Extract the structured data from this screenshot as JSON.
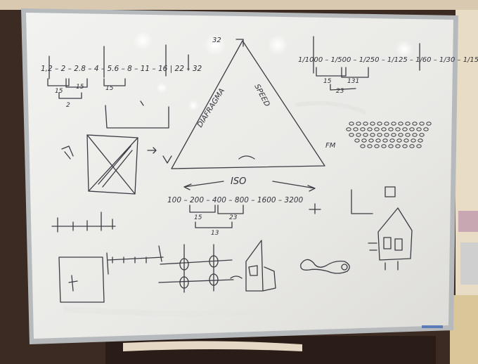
{
  "whiteboard": {
    "aperture_scale": "1,2 – 2 – 2.8 – 4 – 5.6 – 8 – 11 – 16 | 22 – 32",
    "aperture_bracket_a": "15",
    "aperture_bracket_b": "15",
    "aperture_bracket_c": "15",
    "aperture_bracket_d": "2",
    "shutter_scale": "1/1000 – 1/500 – 1/250 – 1/125 – 1/60 – 1/30 – 1/15",
    "shutter_bracket_a": "15",
    "shutter_bracket_b": "131",
    "shutter_bracket_c": "23",
    "triangle_top": "32",
    "triangle_left": "DIAFRAGMA",
    "triangle_right": "SPEED",
    "triangle_corner": "FM",
    "iso_label": "ISO",
    "iso_scale": "100 – 200 – 400 – 800 – 1600 – 3200",
    "iso_bracket_a": "15",
    "iso_bracket_b": "23",
    "iso_bracket_c": "13"
  },
  "colors": {
    "board": "#eeeeeb",
    "frame": "#b9bcbe",
    "ink": "#3c3c44",
    "wall": "#3a2a22"
  }
}
